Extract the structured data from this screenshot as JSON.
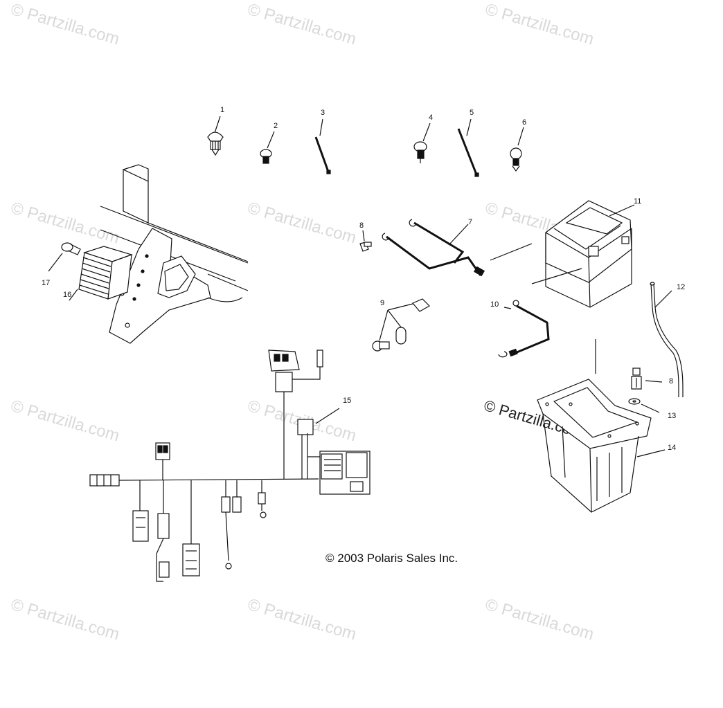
{
  "watermark": {
    "text": "© Partzilla.com"
  },
  "copyright": "© 2003 Polaris Sales Inc.",
  "callouts": [
    "1",
    "2",
    "3",
    "4",
    "5",
    "6",
    "7",
    "8",
    "9",
    "10",
    "11",
    "12",
    "13",
    "14",
    "15",
    "16",
    "17"
  ],
  "callout_8b": "8"
}
